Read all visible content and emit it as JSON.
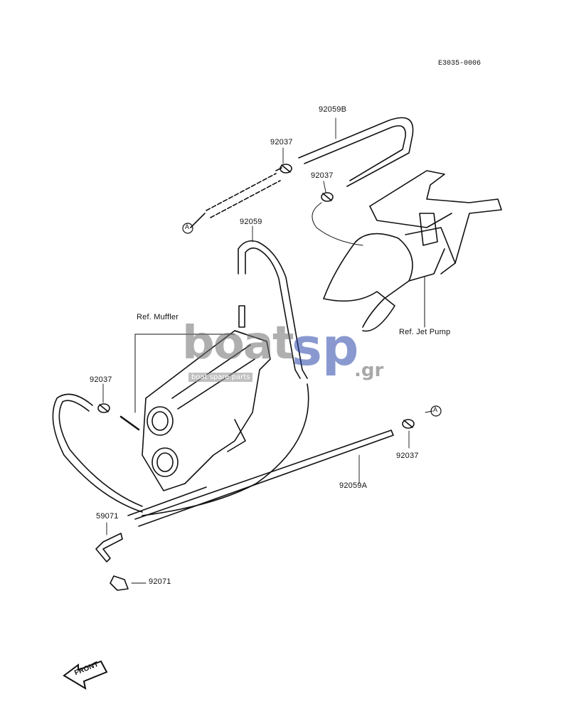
{
  "diagram_code": "E3035-0006",
  "parts": {
    "hose_b": "92059B",
    "clamp_top": "92037",
    "clamp_mid": "92037",
    "hose": "92059",
    "clamp_left": "92037",
    "clamp_right": "92037",
    "hose_a": "92059A",
    "elbow": "59071",
    "cap": "92071"
  },
  "refs": {
    "muffler": "Ref. Muffler",
    "jet_pump": "Ref. Jet Pump"
  },
  "markers": {
    "a_left": "A",
    "a_right": "A"
  },
  "front_label": "FRONT",
  "watermark": {
    "brand_left": "boat",
    "brand_right": "sp",
    "tld": ".gr",
    "tagline": "boat spare parts"
  }
}
